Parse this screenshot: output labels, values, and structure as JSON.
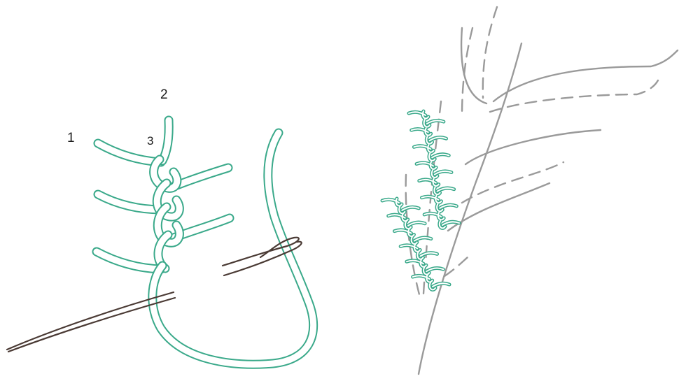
{
  "diagram": {
    "step_labels": [
      "1",
      "2",
      "3"
    ],
    "colors": {
      "thread": "#3aa98a",
      "needle": "#4a3a34",
      "branch_line": "#9a9a9a",
      "background": "#ffffff"
    },
    "icons": {
      "needle_left": "sewing-needle-icon",
      "needle_right": "needle-eye-icon"
    }
  }
}
